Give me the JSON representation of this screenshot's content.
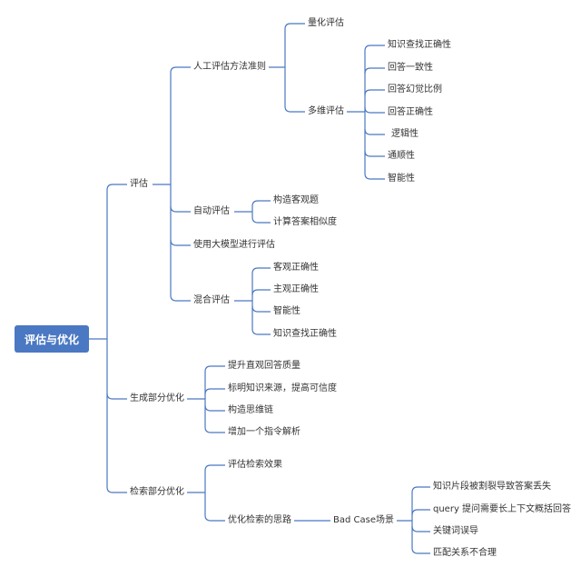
{
  "root": "评估与优化",
  "branches": {
    "eval": {
      "label": "评估",
      "manual": {
        "label": "人工评估方法准则",
        "quant": "量化评估",
        "multi": {
          "label": "多维评估",
          "items": [
            "知识查找正确性",
            "回答一致性",
            "回答幻觉比例",
            "回答正确性",
            "逻辑性",
            "通顺性",
            "智能性"
          ]
        }
      },
      "auto": {
        "label": "自动评估",
        "items": [
          "构造客观题",
          "计算答案相似度"
        ]
      },
      "llm": "使用大模型进行评估",
      "mixed": {
        "label": "混合评估",
        "items": [
          "客观正确性",
          "主观正确性",
          "智能性",
          "知识查找正确性"
        ]
      }
    },
    "gen": {
      "label": "生成部分优化",
      "items": [
        "提升直观回答质量",
        "标明知识来源，提高可信度",
        "构造思维链",
        "增加一个指令解析"
      ]
    },
    "retr": {
      "label": "检索部分优化",
      "effect": "评估检索效果",
      "idea": {
        "label": "优化检索的思路",
        "badcase": {
          "label": "Bad Case场景",
          "items": [
            "知识片段被割裂导致答案丢失",
            "query 提问需要长上下文概括回答",
            "关键词误导",
            "匹配关系不合理"
          ]
        }
      }
    }
  },
  "line_color": "#4a78c2"
}
